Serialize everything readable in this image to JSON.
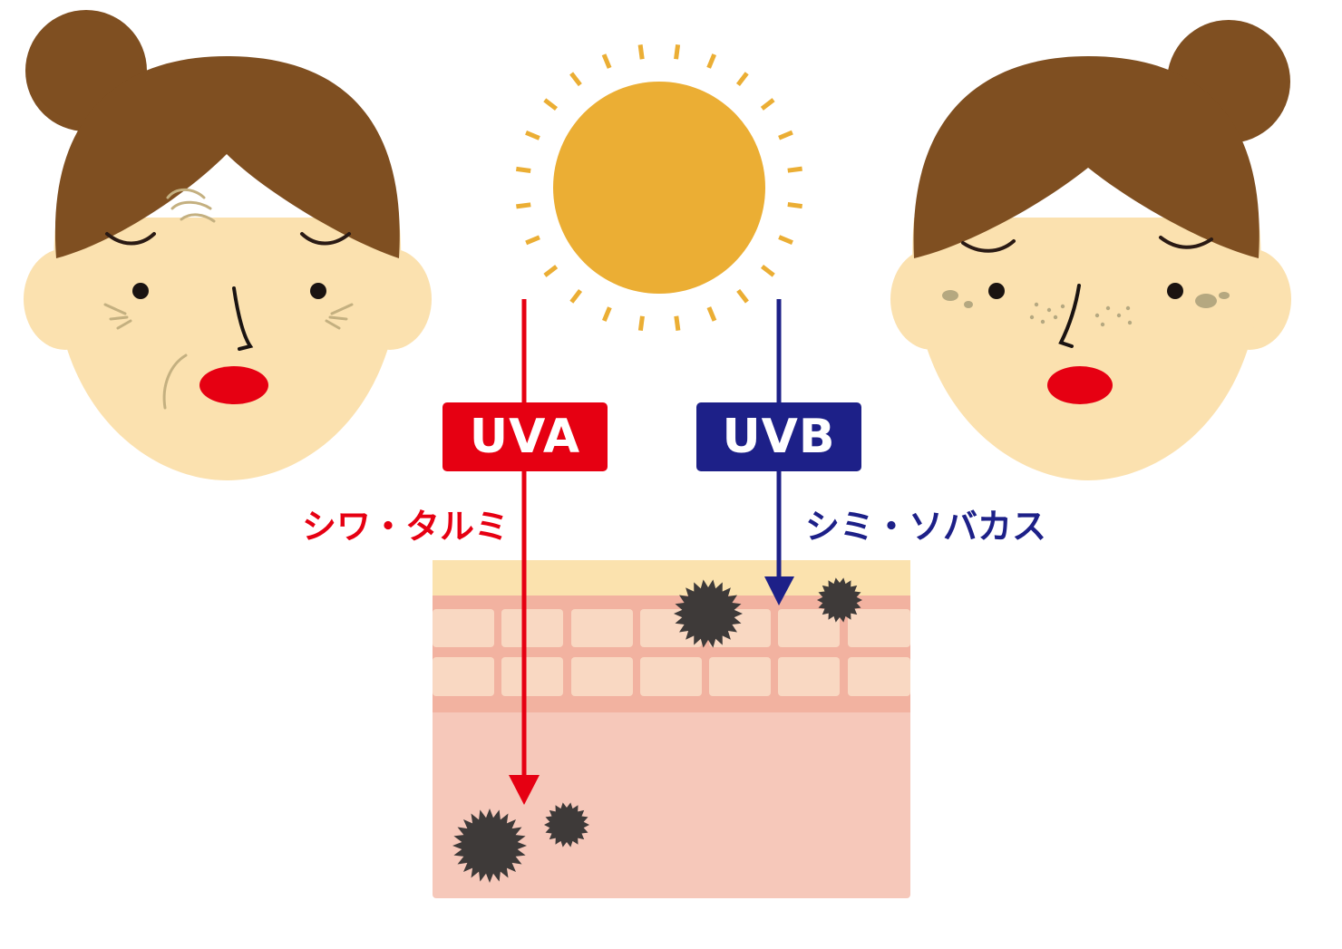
{
  "colors": {
    "uva": "#E60012",
    "uvb": "#1D2088",
    "sun": "#EBAE34",
    "hair": "#7F4F21",
    "skin_face": "#FBE1AF",
    "lips": "#E60012",
    "stratum": "#FBE2AE",
    "epidermis": "#F2B2A0",
    "cells": "#F9D8C2",
    "dermis": "#F6C8BA",
    "melanin": "#3E3A39"
  },
  "labels": {
    "uva": "UVA",
    "uvb": "UVB",
    "uva_effect": "シワ・タルミ",
    "uvb_effect": "シミ・ソバカス"
  }
}
